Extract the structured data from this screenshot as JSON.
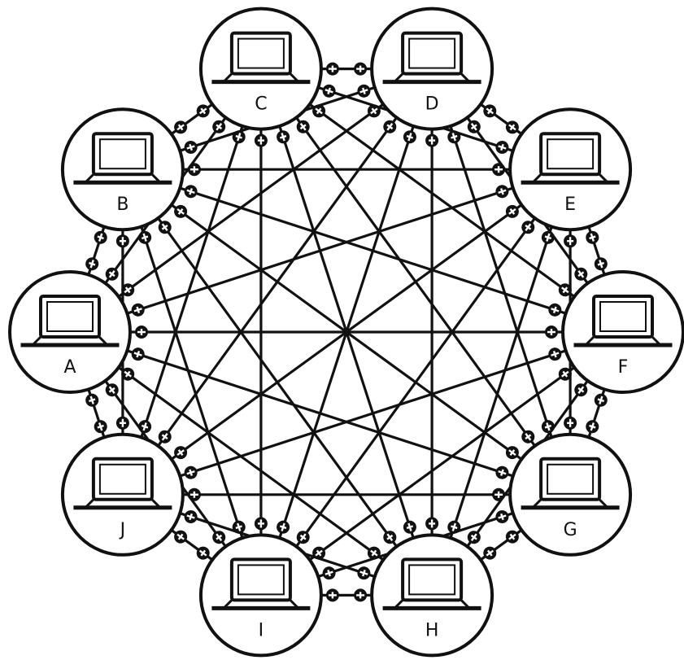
{
  "diagram": {
    "type": "full-mesh-network",
    "node_icon": "laptop-icon",
    "link_icon": "connector-icon",
    "colors": {
      "stroke": "#111111",
      "background": "#ffffff"
    },
    "nodes": [
      {
        "id": "A",
        "label": "A"
      },
      {
        "id": "B",
        "label": "B"
      },
      {
        "id": "C",
        "label": "C"
      },
      {
        "id": "D",
        "label": "D"
      },
      {
        "id": "E",
        "label": "E"
      },
      {
        "id": "F",
        "label": "F"
      },
      {
        "id": "G",
        "label": "G"
      },
      {
        "id": "H",
        "label": "H"
      },
      {
        "id": "I",
        "label": "I"
      },
      {
        "id": "J",
        "label": "J"
      }
    ]
  }
}
